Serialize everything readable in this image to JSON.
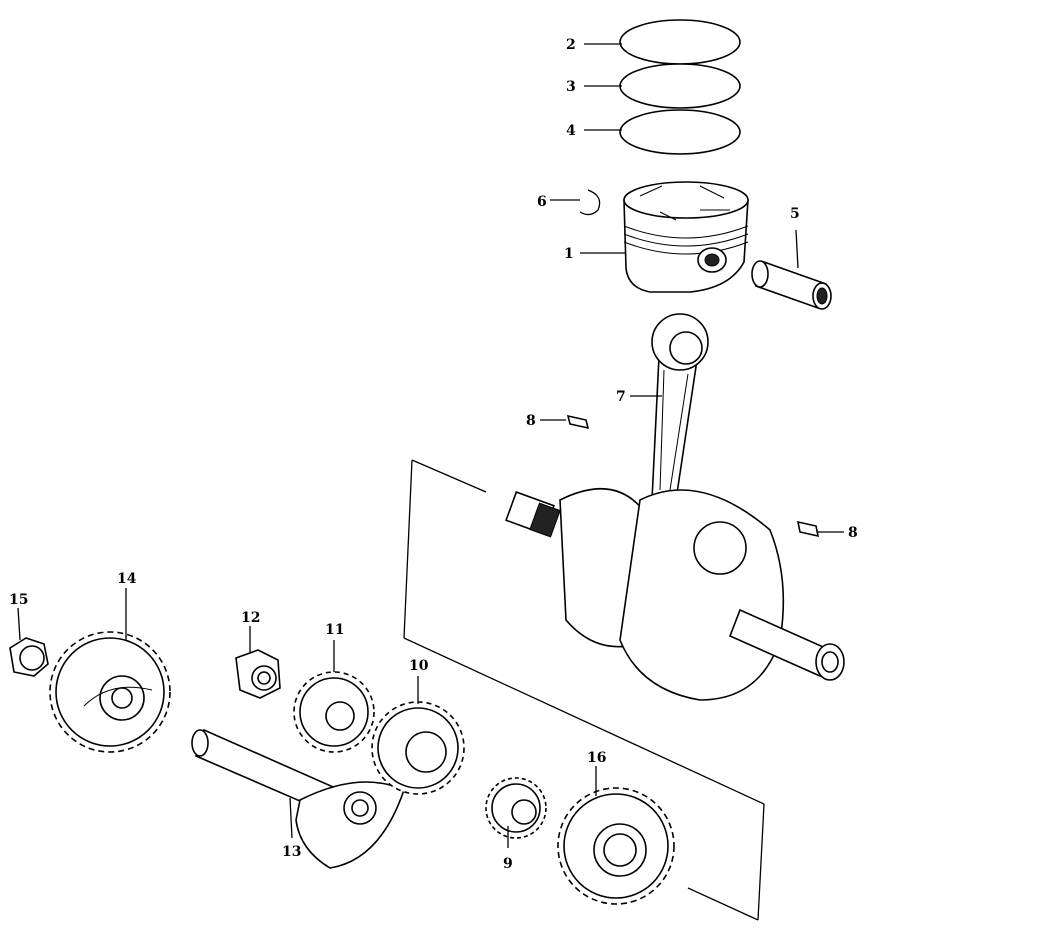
{
  "diagram": {
    "callouts": [
      {
        "id": "1"
      },
      {
        "id": "2"
      },
      {
        "id": "3"
      },
      {
        "id": "4"
      },
      {
        "id": "5"
      },
      {
        "id": "6"
      },
      {
        "id": "7"
      },
      {
        "id": "8a",
        "label": "8"
      },
      {
        "id": "8b",
        "label": "8"
      },
      {
        "id": "9"
      },
      {
        "id": "10"
      },
      {
        "id": "11"
      },
      {
        "id": "12"
      },
      {
        "id": "13"
      },
      {
        "id": "14"
      },
      {
        "id": "15"
      },
      {
        "id": "16"
      }
    ],
    "labels": {
      "c1": "1",
      "c2": "2",
      "c3": "3",
      "c4": "4",
      "c5": "5",
      "c6": "6",
      "c7": "7",
      "c8a": "8",
      "c8b": "8",
      "c9": "9",
      "c10": "10",
      "c11": "11",
      "c12": "12",
      "c13": "13",
      "c14": "14",
      "c15": "15",
      "c16": "16"
    }
  }
}
